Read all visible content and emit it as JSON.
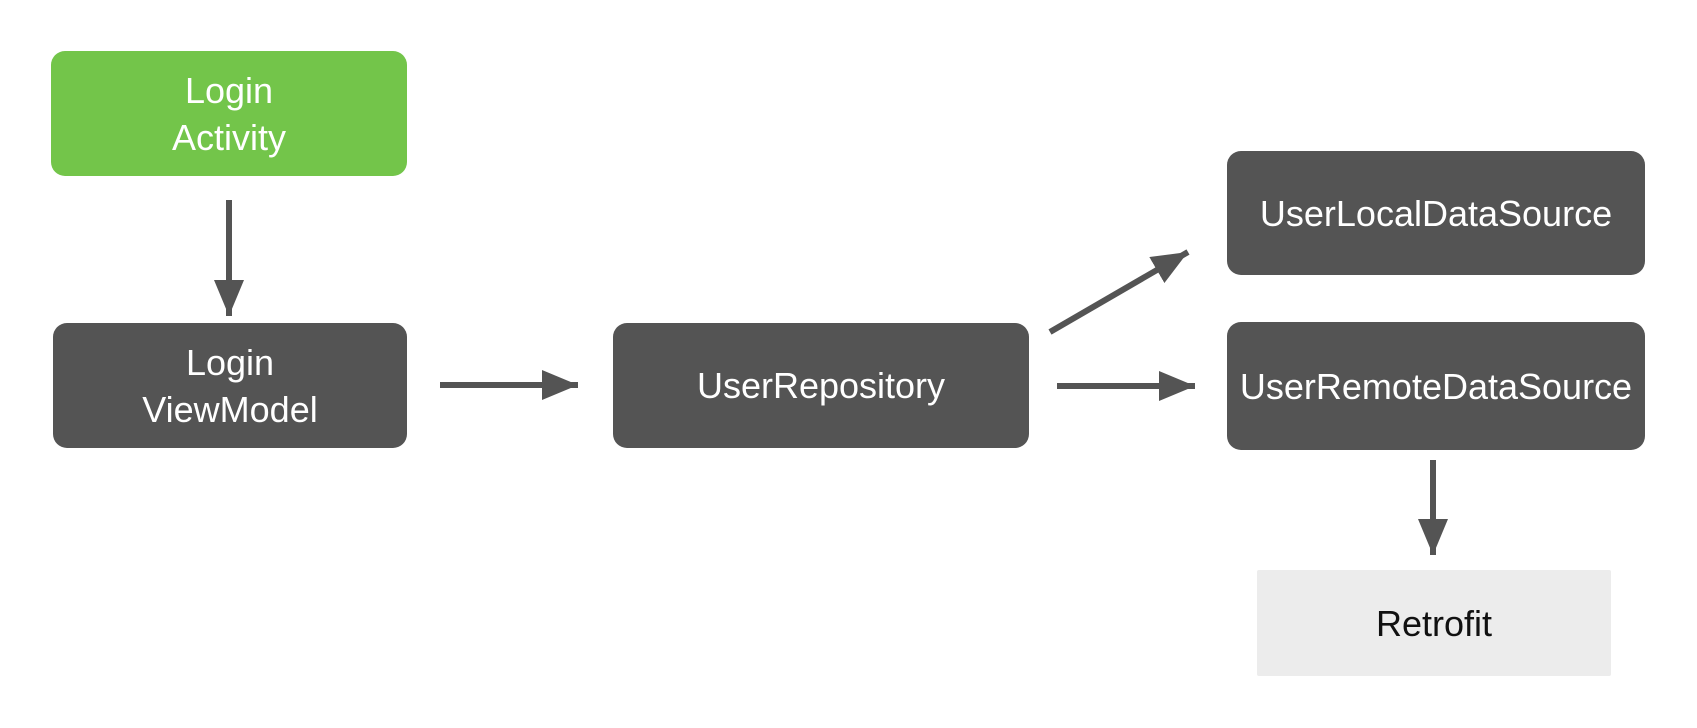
{
  "diagram": {
    "type": "flowchart",
    "colors": {
      "activity_green": "#73C54A",
      "node_dark": "#545454",
      "node_light": "#ECECEC",
      "arrow": "#545454",
      "text_light": "#FFFFFF",
      "text_dark": "#111111",
      "background": "#FFFFFF"
    },
    "nodes": {
      "login_activity": {
        "line1": "Login",
        "line2": "Activity"
      },
      "login_viewmodel": {
        "line1": "Login",
        "line2": "ViewModel"
      },
      "user_repository": {
        "label": "UserRepository"
      },
      "user_local_data_source": {
        "label": "UserLocalDataSource"
      },
      "user_remote_data_source": {
        "label": "UserRemoteDataSource"
      },
      "retrofit": {
        "label": "Retrofit"
      }
    },
    "edges": [
      {
        "from": "login_activity",
        "to": "login_viewmodel"
      },
      {
        "from": "login_viewmodel",
        "to": "user_repository"
      },
      {
        "from": "user_repository",
        "to": "user_local_data_source"
      },
      {
        "from": "user_repository",
        "to": "user_remote_data_source"
      },
      {
        "from": "user_remote_data_source",
        "to": "retrofit"
      }
    ]
  }
}
